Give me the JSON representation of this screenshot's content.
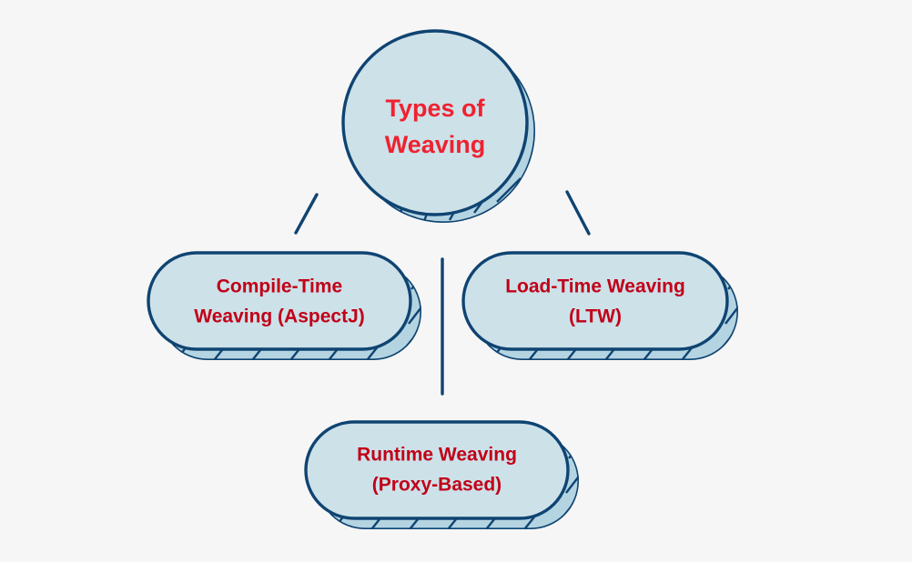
{
  "diagram": {
    "type": "hierarchy",
    "title": "Types of Weaving",
    "background_color": "#f7f6f6",
    "node_fill": "#cde1e9",
    "node_stroke": "#0f4472",
    "shadow_fill": "#b4d4e2",
    "root_text_color": "#ef2230",
    "branch_text_color": "#c10017",
    "root": {
      "id": "root",
      "shape": "circle",
      "line1": "Types of",
      "line2": "Weaving"
    },
    "branches": [
      {
        "id": "compile-time-weaving",
        "shape": "stadium",
        "line1": "Compile-Time",
        "line2": "Weaving (AspectJ)"
      },
      {
        "id": "load-time-weaving",
        "shape": "stadium",
        "line1": "Load-Time Weaving",
        "line2": "(LTW)"
      },
      {
        "id": "runtime-weaving",
        "shape": "stadium",
        "line1": "Runtime Weaving",
        "line2": "(Proxy-Based)"
      }
    ],
    "connectors": [
      {
        "id": "root-to-compile-time",
        "kind": "diagonal-left"
      },
      {
        "id": "root-to-load-time",
        "kind": "diagonal-right"
      },
      {
        "id": "root-to-runtime",
        "kind": "vertical"
      }
    ]
  }
}
